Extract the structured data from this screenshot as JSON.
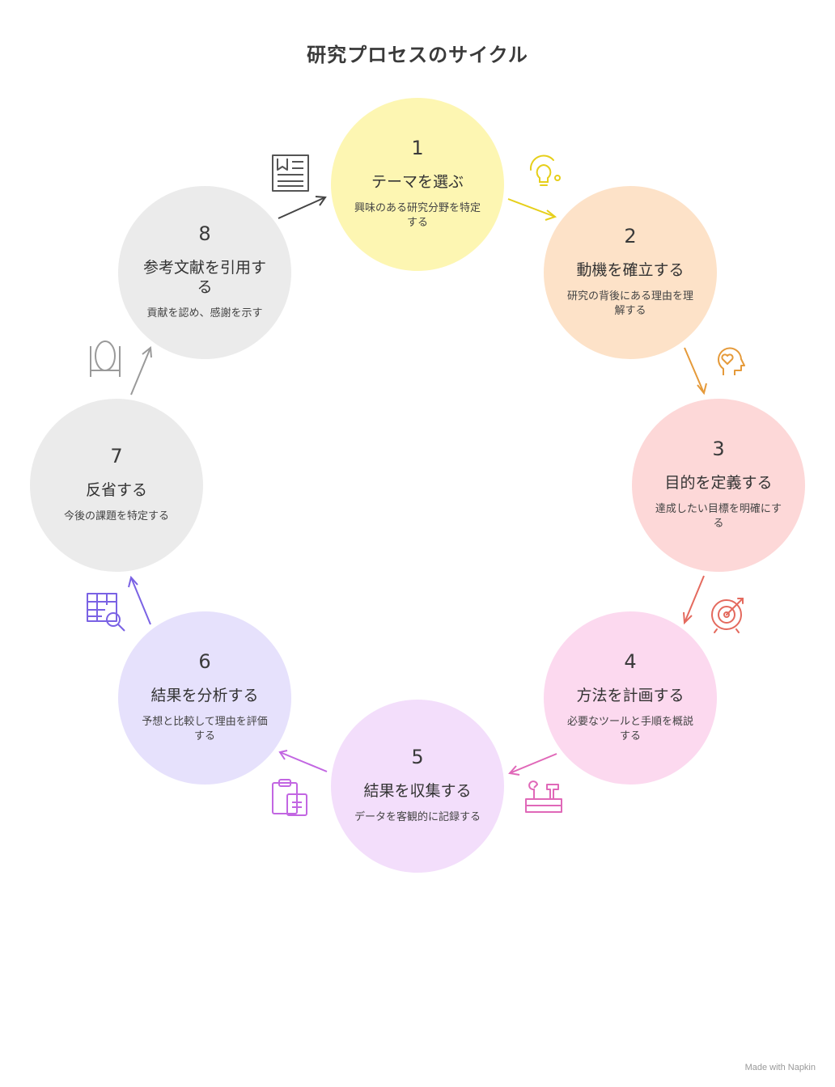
{
  "title": "研究プロセスのサイクル",
  "steps": [
    {
      "number": "1",
      "heading": "テーマを選ぶ",
      "description": "興味のある研究分野を特定する",
      "color": "#fdf6b2",
      "accent": "#e6cf1a",
      "icon": "lightbulb-icon"
    },
    {
      "number": "2",
      "heading": "動機を確立する",
      "description": "研究の背後にある理由を理解する",
      "color": "#fde2c8",
      "accent": "#e59a3a",
      "icon": "head-heart-icon"
    },
    {
      "number": "3",
      "heading": "目的を定義する",
      "description": "達成したい目標を明確にする",
      "color": "#fdd8d8",
      "accent": "#e46a5e",
      "icon": "target-icon"
    },
    {
      "number": "4",
      "heading": "方法を計画する",
      "description": "必要なツールと手順を概説する",
      "color": "#fcd9ef",
      "accent": "#e068b8",
      "icon": "toolbox-icon"
    },
    {
      "number": "5",
      "heading": "結果を収集する",
      "description": "データを客観的に記録する",
      "color": "#f3defb",
      "accent": "#c266e2",
      "icon": "clipboard-icon"
    },
    {
      "number": "6",
      "heading": "結果を分析する",
      "description": "予想と比較して理由を評価する",
      "color": "#e6e1fc",
      "accent": "#7a62e4",
      "icon": "table-search-icon"
    },
    {
      "number": "7",
      "heading": "反省する",
      "description": "今後の課題を特定する",
      "color": "#ebebeb",
      "accent": "#9a9a9a",
      "icon": "mirror-icon"
    },
    {
      "number": "8",
      "heading": "参考文献を引用する",
      "description": "貢献を認め、感謝を示す",
      "color": "#ebebeb",
      "accent": "#555555",
      "icon": "document-icon"
    }
  ],
  "footer": "Made with Napkin"
}
